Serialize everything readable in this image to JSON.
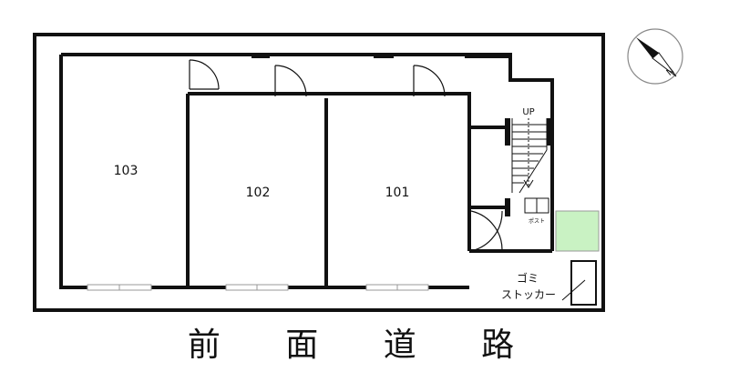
{
  "rooms": [
    {
      "id": "103",
      "label": "103"
    },
    {
      "id": "102",
      "label": "102"
    },
    {
      "id": "101",
      "label": "101"
    }
  ],
  "stairs": {
    "label": "UP"
  },
  "mailbox": {
    "label": "ポスト"
  },
  "garbage": {
    "line1": "ゴミ",
    "line2": "ストッカー"
  },
  "compass": {
    "label": "N"
  },
  "road": {
    "label": "前 面 道 路"
  },
  "colors": {
    "wall": "#111111",
    "garden": "#c9f2c3",
    "window": "#999999"
  }
}
